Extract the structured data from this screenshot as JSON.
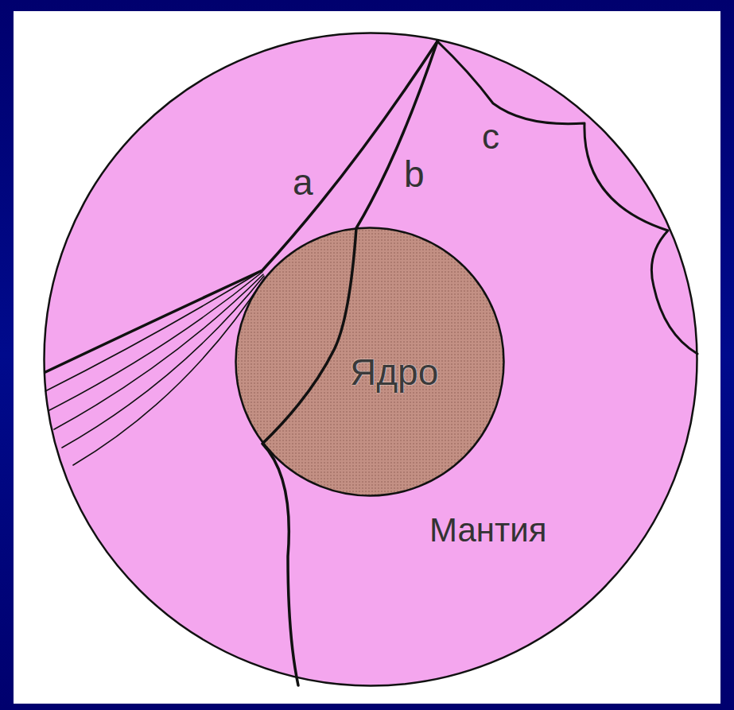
{
  "diagram": {
    "nodes": [
      {
        "text": [
          "Мантия"
        ]
      },
      {
        "text": [
          "Ядро"
        ],
        "in": 0
      }
    ],
    "labels": [
      "a",
      "b",
      "c"
    ]
  }
}
